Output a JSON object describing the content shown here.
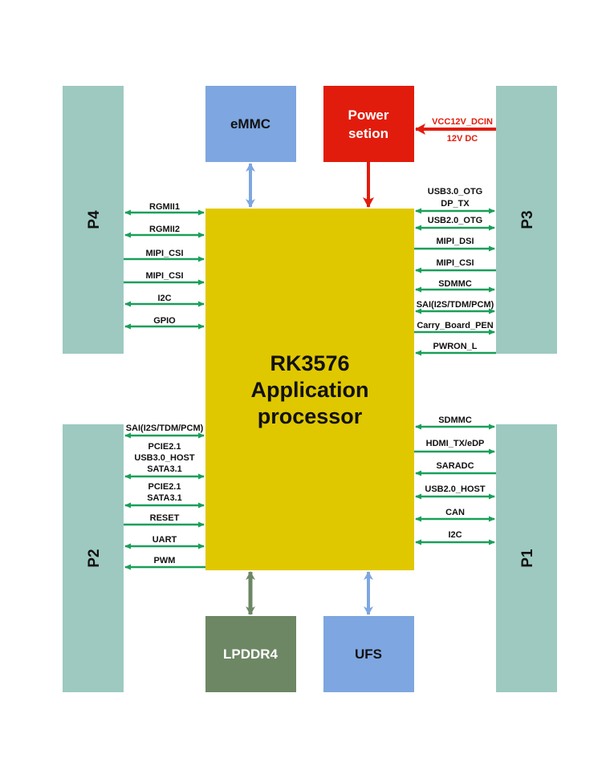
{
  "colors": {
    "connector": "#9dc9c0",
    "cpu": "#e0c800",
    "emmc": "#7ea6e0",
    "power": "#e21c0c",
    "lpddr": "#6d8764",
    "ufs": "#7ea6e0",
    "signal_arrow": "#199f5a",
    "blue_arrow": "#7ea6e0",
    "power_arrow": "#e21c0c",
    "lpddr_arrow": "#6d8764"
  },
  "connectors": {
    "p4": "P4",
    "p3": "P3",
    "p2": "P2",
    "p1": "P1"
  },
  "blocks": {
    "emmc": "eMMC",
    "power_line1": "Power",
    "power_line2": "setion",
    "lpddr": "LPDDR4",
    "ufs": "UFS"
  },
  "processor": {
    "line1": "RK3576",
    "line2": "Application",
    "line3": "processor"
  },
  "power_input": {
    "line1": "VCC12V_DCIN",
    "line2": "12V DC"
  },
  "signals": {
    "p4": [
      "RGMII1",
      "RGMII2",
      "MIPI_CSI",
      "MIPI_CSI",
      "I2C",
      "GPIO"
    ],
    "p3": [
      "USB3.0_OTG",
      "DP_TX",
      "USB2.0_OTG",
      "MIPI_DSI",
      "MIPI_CSI",
      "SDMMC",
      "SAI(I2S/TDM/PCM)",
      "Carry_Board_PEN",
      "PWRON_L"
    ],
    "p2": [
      "SAI(I2S/TDM/PCM)",
      "PCIE2.1",
      "USB3.0_HOST",
      "SATA3.1",
      "PCIE2.1",
      "SATA3.1",
      "RESET",
      "UART",
      "PWM"
    ],
    "p1": [
      "SDMMC",
      "HDMI_TX/eDP",
      "SARADC",
      "USB2.0_HOST",
      "CAN",
      "I2C"
    ]
  }
}
